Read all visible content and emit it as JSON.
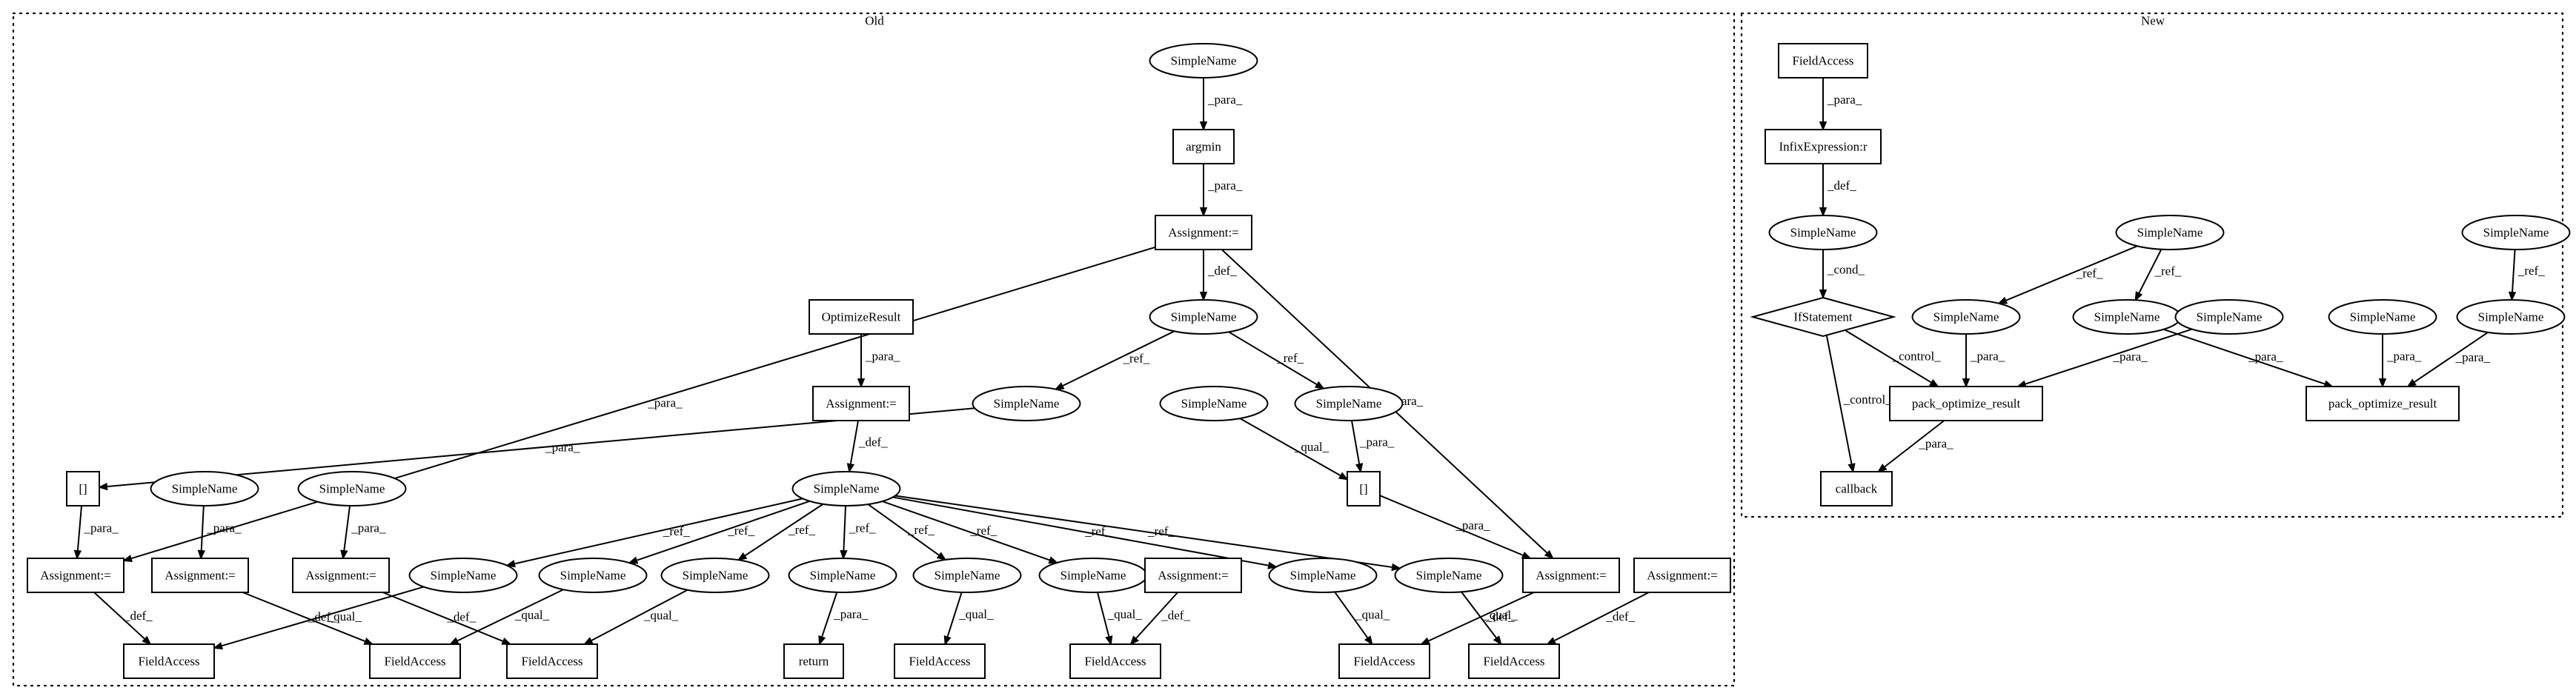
{
  "clusters": {
    "old": "Old",
    "new": "New"
  },
  "nodes": {
    "o_sn_top": "SimpleName",
    "o_argmin": "argmin",
    "o_assign_top": "Assignment:=",
    "o_optres": "OptimizeResult",
    "o_sn_def": "SimpleName",
    "o_assign_mid": "Assignment:=",
    "o_sn_ref_left": "SimpleName",
    "o_sn_ref_right": "SimpleName",
    "o_sn_qual": "SimpleName",
    "o_idx_left": "[]",
    "o_idx_right": "[]",
    "o_sn_hub": "SimpleName",
    "o_sn_p1": "SimpleName",
    "o_sn_p2": "SimpleName",
    "o_assign_a1": "Assignment:=",
    "o_assign_a2": "Assignment:=",
    "o_assign_a3": "Assignment:=",
    "o_sn_r1": "SimpleName",
    "o_sn_r2": "SimpleName",
    "o_sn_r3": "SimpleName",
    "o_sn_r4": "SimpleName",
    "o_sn_r5": "SimpleName",
    "o_sn_r6": "SimpleName",
    "o_sn_r7": "SimpleName",
    "o_sn_r8": "SimpleName",
    "o_assign_b1": "Assignment:=",
    "o_assign_b2": "Assignment:=",
    "o_assign_b3": "Assignment:=",
    "o_fa1": "FieldAccess",
    "o_fa2": "FieldAccess",
    "o_fa3": "FieldAccess",
    "o_return": "return",
    "o_fa4": "FieldAccess",
    "o_fa5": "FieldAccess",
    "o_fa6": "FieldAccess",
    "o_fa7": "FieldAccess",
    "n_fa": "FieldAccess",
    "n_infix": "InfixExpression:r",
    "n_sn_cond": "SimpleName",
    "n_if": "IfStatement",
    "n_sn_top_mid": "SimpleName",
    "n_sn_top_right": "SimpleName",
    "n_sn_a": "SimpleName",
    "n_sn_b": "SimpleName",
    "n_sn_c": "SimpleName",
    "n_sn_d": "SimpleName",
    "n_sn_e": "SimpleName",
    "n_pack1": "pack_optimize_result",
    "n_pack2": "pack_optimize_result",
    "n_callback": "callback"
  },
  "edge_labels": {
    "para": "_para_",
    "def": "_def_",
    "ref": "_ref_",
    "qual": "_qual_",
    "cond": "_cond_",
    "control": "_control_"
  }
}
